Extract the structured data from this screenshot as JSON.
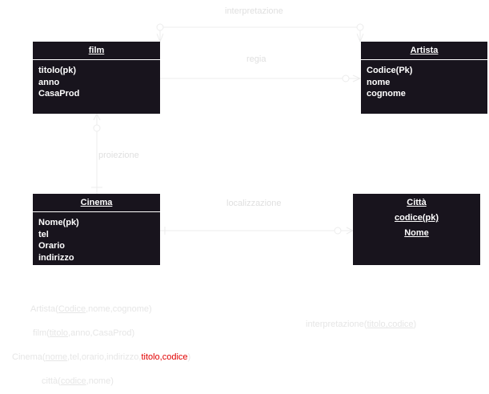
{
  "relationships": {
    "interpretazione": "interpretazione",
    "regia": "regia",
    "proiezione": "proiezione",
    "localizzazione": "localizzazione"
  },
  "entities": {
    "film": {
      "title": "film",
      "attributes": [
        "titolo(pk)",
        "anno",
        "CasaProd"
      ]
    },
    "artista": {
      "title": "Artista",
      "attributes": [
        "Codice(Pk)",
        "nome",
        "cognome"
      ]
    },
    "cinema": {
      "title": "Cinema",
      "attributes": [
        "Nome(pk)",
        "tel",
        "Orario",
        "indirizzo"
      ]
    },
    "citta": {
      "lines": [
        "Città",
        "codice(pk)",
        "Nome"
      ]
    }
  },
  "schema": {
    "artista": {
      "prefix": "Artista(",
      "key": "Codice",
      "rest": ",nome,cognome)"
    },
    "film": {
      "prefix": "film(",
      "key": "titolo",
      "rest": ",anno,CasaProd)"
    },
    "cinema": {
      "prefix": "Cinema(",
      "key": "nome",
      "rest": ",tel,orario,indirizzo,",
      "fk": "titolo,codice",
      "close": ")"
    },
    "citta": {
      "prefix": "città(",
      "key": "codice",
      "rest": ",nome)"
    },
    "interpretazione": {
      "prefix": "interpretazione(",
      "key": "titolo,codice",
      "rest": ")"
    }
  },
  "colors": {
    "entity_fill": "#18141d",
    "entity_text": "#ffffff",
    "faint_text": "#e0e0e0",
    "foreign_key": "#e10000"
  }
}
